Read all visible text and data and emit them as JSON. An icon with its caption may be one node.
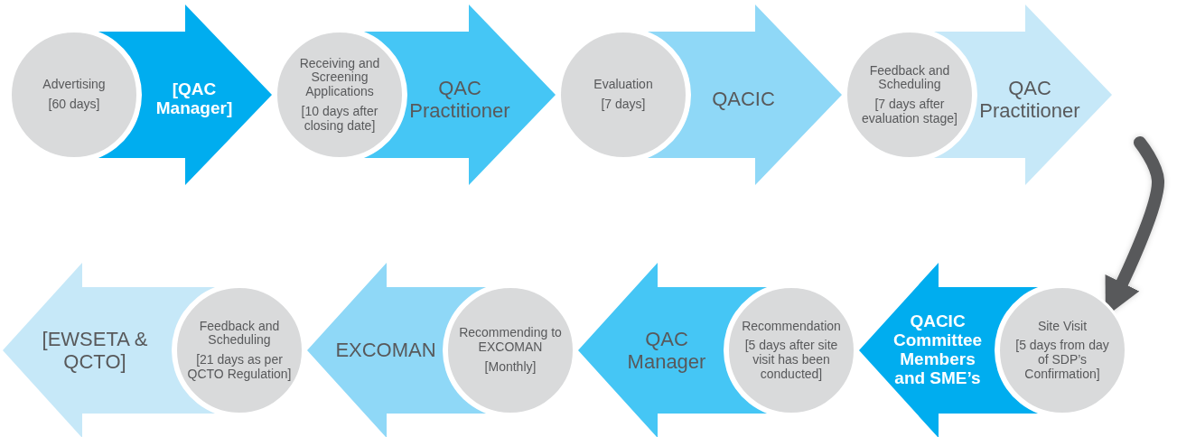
{
  "diagram": {
    "nodes": [
      {
        "text": [
          "Advertising",
          "[60 days]"
        ]
      },
      {
        "text": [
          "Receiving and Screening Applications",
          "[10 days after closing date]"
        ]
      },
      {
        "text": [
          "Evaluation",
          "[7 days]"
        ]
      },
      {
        "text": [
          "Feedback and Scheduling",
          "[7 days after evaluation stage]"
        ]
      },
      {
        "text": [
          "Feedback and Scheduling",
          "[21 days as per QCTO Regulation]"
        ]
      },
      {
        "text": [
          "Recommending to EXCOMAN",
          "[Monthly]"
        ]
      },
      {
        "text": [
          "Recommendation",
          "[5 days after site visit has been conducted]"
        ]
      },
      {
        "text": [
          "Site Visit",
          "[5 days from day of SDP’s Confirmation]"
        ]
      }
    ],
    "edges": [
      {
        "from": 0,
        "to": 1,
        "arrow": "to",
        "label": "[QAC Manager]",
        "style": "thick",
        "color": "#00adef"
      },
      {
        "from": 1,
        "to": 2,
        "arrow": "to",
        "label": "QAC Practitioner",
        "style": "thick",
        "color": "#45c6f5"
      },
      {
        "from": 2,
        "to": 3,
        "arrow": "to",
        "label": "QACIC",
        "style": "thick",
        "color": "#8fd8f7"
      },
      {
        "from": 3,
        "to": null,
        "arrow": "to",
        "label": "QAC Practitioner",
        "style": "thick",
        "color": "#c6e8f8"
      },
      {
        "from": null,
        "to": 7,
        "arrow": "to",
        "color": "#58595b"
      },
      {
        "from": 7,
        "to": 6,
        "arrow": "to",
        "label": "QACIC Committee Members and SME’s",
        "style": "thick",
        "color": "#00adef"
      },
      {
        "from": 6,
        "to": 5,
        "arrow": "to",
        "label": "QAC Manager",
        "style": "thick",
        "color": "#45c6f5"
      },
      {
        "from": 5,
        "to": 4,
        "arrow": "to",
        "label": "EXCOMAN",
        "style": "thick",
        "color": "#8fd8f7"
      },
      {
        "from": 4,
        "to": null,
        "arrow": "to",
        "label": "[EWSETA & QCTO]",
        "style": "thick",
        "color": "#c6e8f8"
      }
    ]
  }
}
